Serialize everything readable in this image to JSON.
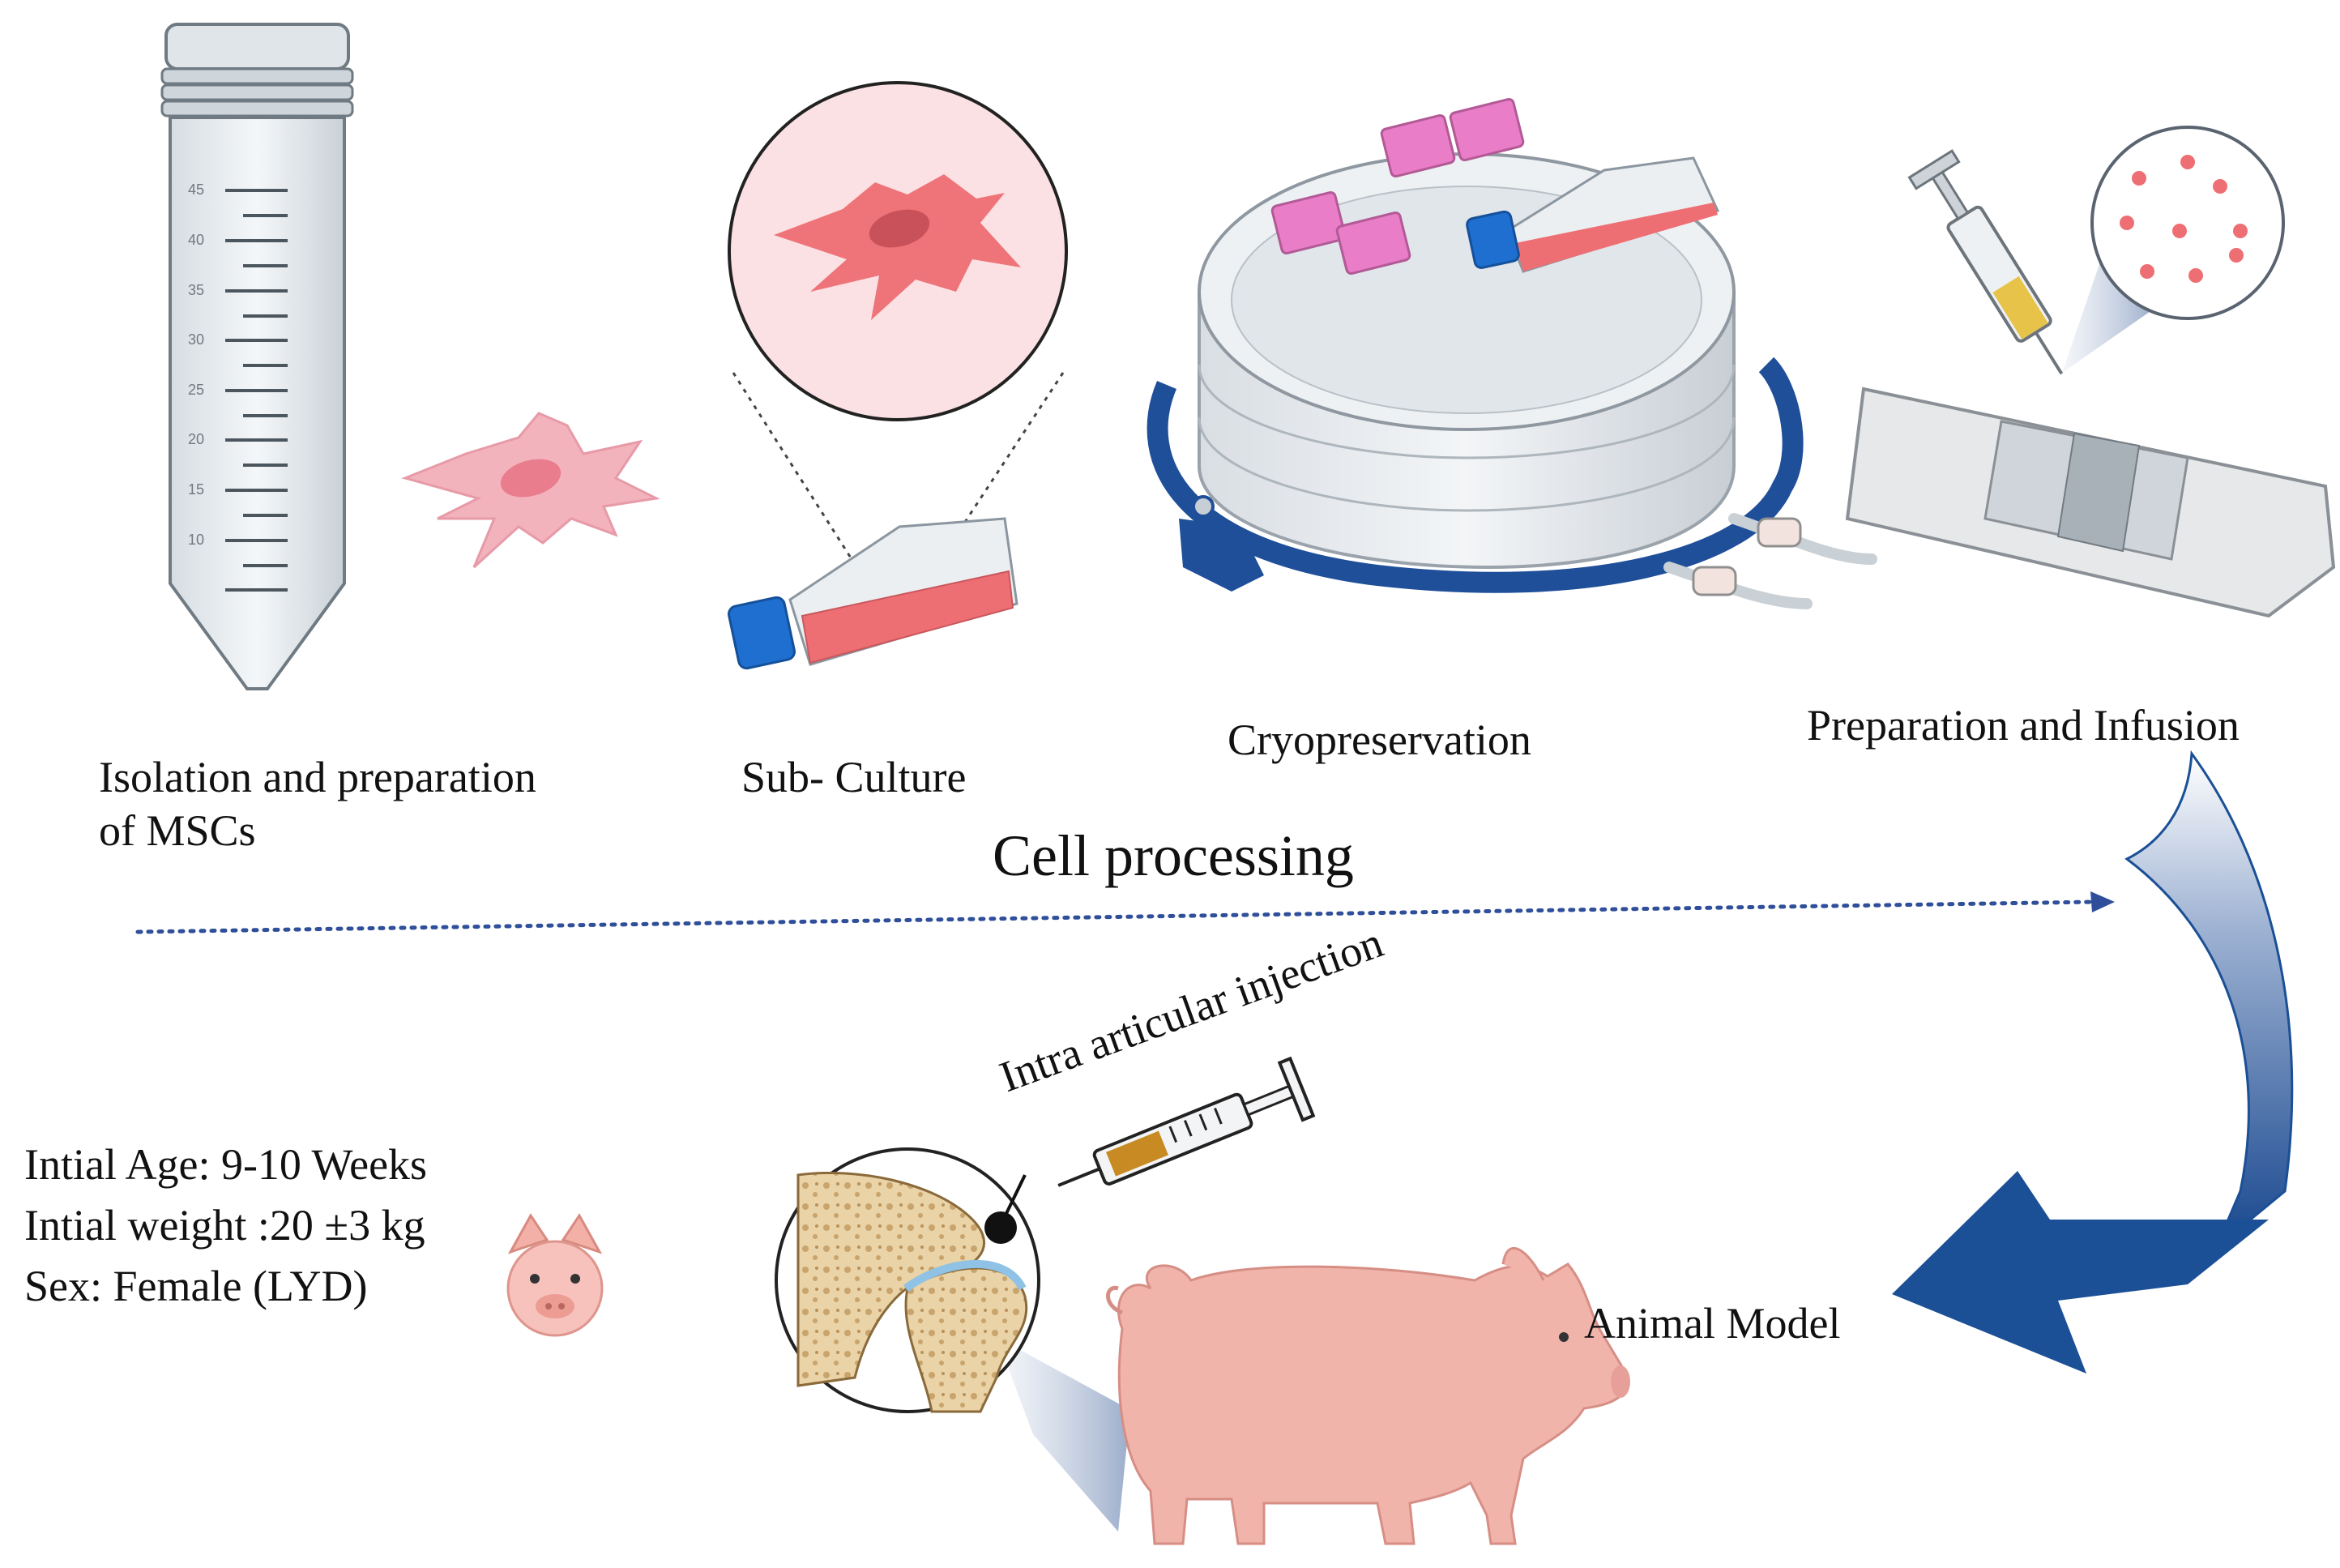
{
  "steps": {
    "isolation": {
      "line1": "Isolation and preparation",
      "line2": "of MSCs"
    },
    "subculture": "Sub- Culture",
    "cryo": "Cryopreservation",
    "prep": "Preparation and Infusion"
  },
  "process_label": "Cell processing",
  "injection_label": "Intra articular injection",
  "animal_model_label": "Animal Model",
  "animal_info": {
    "age": "Intial Age: 9-10 Weeks",
    "weight": "Intial weight :20 ±3 kg",
    "sex": "Sex: Female (LYD)"
  },
  "tube_graduations": [
    "45",
    "40",
    "35",
    "30",
    "25",
    "20",
    "15",
    "10"
  ],
  "colors": {
    "cell_pink": "#f2b3bd",
    "cell_red": "#ee7479",
    "flask_cap": "#1e6fd0",
    "cryo_ring": "#1f4f99",
    "arrow_blue": "#1b4f96",
    "pig": "#f1b4ab",
    "dotted_line": "#2f4f9a"
  }
}
